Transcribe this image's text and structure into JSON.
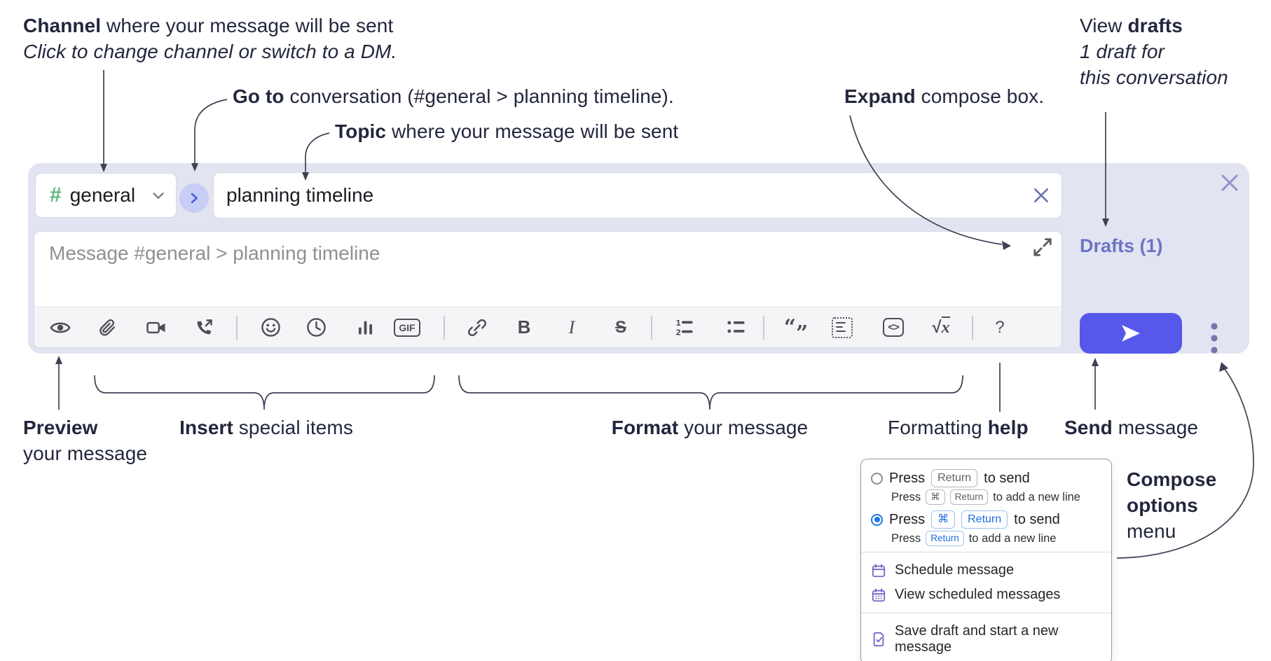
{
  "annotations": {
    "channel": {
      "bold": "Channel",
      "rest": " where your message will be sent",
      "sub": "Click to change channel or switch to a DM."
    },
    "goto": {
      "bold": "Go to",
      "rest": " conversation (#general > planning timeline)."
    },
    "topic": {
      "bold": "Topic",
      "rest": " where your message will be sent"
    },
    "expand": {
      "bold": "Expand",
      "rest": " compose box."
    },
    "drafts": {
      "line1_normal": "View ",
      "line1_bold": "drafts",
      "line2": "1 draft for",
      "line3": "this conversation"
    },
    "preview": {
      "bold": "Preview",
      "rest": "your message"
    },
    "insert": {
      "bold": "Insert",
      "rest": " special items"
    },
    "format": {
      "bold": "Format",
      "rest": " your message"
    },
    "help": {
      "normal": "Formatting ",
      "bold": "help"
    },
    "send": {
      "bold": "Send",
      "rest": " message"
    },
    "compose_options": {
      "bold1": "Compose",
      "bold2": "options",
      "rest": "menu"
    }
  },
  "composer": {
    "channel": {
      "hash": "#",
      "name": "general"
    },
    "topic_value": "planning timeline",
    "message_placeholder": "Message #general > planning timeline",
    "drafts_link": "Drafts (1)",
    "gif_label": "GIF",
    "bold_label": "B",
    "italic_label": "I",
    "strike_label": "S",
    "inline_code_label": "<>",
    "formula": {
      "sign": "√",
      "var": "x"
    },
    "help_label": "?",
    "quote_open": "“",
    "quote_close": "”"
  },
  "toolbar_icons": [
    "eye",
    "paperclip",
    "video-camera",
    "phone-call",
    "emoji-smiley",
    "clock",
    "bar-chart",
    "gif",
    "link",
    "bold",
    "italic",
    "strikethrough",
    "ordered-list",
    "bullet-list",
    "quote",
    "code-block",
    "inline-code",
    "formula",
    "help"
  ],
  "popup": {
    "option1": {
      "press": "Press",
      "key1": "Return",
      "suffix": "to send",
      "sub_press": "Press",
      "sub_key1": "⌘",
      "sub_key2": "Return",
      "sub_suffix": "to add a new line"
    },
    "option2": {
      "press": "Press",
      "key1": "⌘",
      "key2": "Return",
      "suffix": "to send",
      "sub_press": "Press",
      "sub_key1": "Return",
      "sub_suffix": "to add a new line"
    },
    "items": [
      {
        "label": "Schedule message"
      },
      {
        "label": "View scheduled messages"
      },
      {
        "label": "Save draft and start a new message"
      }
    ]
  },
  "colors": {
    "panel": "#e3e4f2",
    "send_button": "#5558e8",
    "link_purple": "#6b74c4",
    "hash_green": "#5fb583",
    "radio_blue": "#2276e3",
    "menu_icon_purple": "#7566c5",
    "annotation_ink": "#23273d",
    "icon_gray": "#4e4f55"
  }
}
